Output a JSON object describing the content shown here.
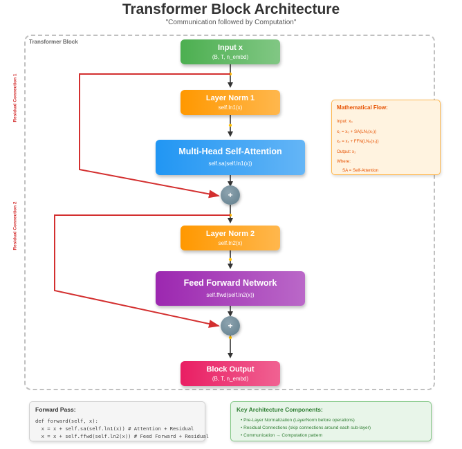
{
  "title": "Transformer Block Architecture",
  "subtitle": "\"Communication followed by Computation\"",
  "block_label": "Transformer Block",
  "nodes": {
    "input": {
      "title": "Input x",
      "sub": "(B, T, n_embd)"
    },
    "ln1": {
      "title": "Layer Norm 1",
      "sub": "self.ln1(x)"
    },
    "attn": {
      "title": "Multi-Head Self-Attention",
      "sub": "self.sa(self.ln1(x))"
    },
    "ln2": {
      "title": "Layer Norm 2",
      "sub": "self.ln2(x)"
    },
    "ffn": {
      "title": "Feed Forward Network",
      "sub": "self.ffwd(self.ln2(x))"
    },
    "output": {
      "title": "Block Output",
      "sub": "(B, T, n_embd)"
    }
  },
  "add_symbol": "+",
  "residual_labels": [
    "Residual Connection 1",
    "Residual Connection 2"
  ],
  "math_flow": {
    "heading": "Mathematical Flow:",
    "lines": [
      "Input: x₀",
      "x₁ = x₀ + SA(LN₁(x₀))",
      "x₂ = x₁ + FFN(LN₂(x₁))",
      "Output: x₂",
      "Where:"
    ],
    "where": "SA = Self-Attention"
  },
  "forward_pass": {
    "heading": "Forward Pass:",
    "code": [
      "def forward(self, x):",
      "  x = x + self.sa(self.ln1(x)) # Attention + Residual",
      "  x = x + self.ffwd(self.ln2(x)) # Feed Forward + Residual"
    ]
  },
  "key_components": {
    "heading": "Key Architecture Components:",
    "items": [
      "• Pre-Layer Normalization (LayerNorm before operations)",
      "• Residual Connections (skip connections around each sub-layer)",
      "• Communication → Computation pattern"
    ]
  },
  "colors": {
    "input": "#4caf50",
    "layernorm": "#ff9800",
    "attention": "#2196f3",
    "ffn": "#9c27b0",
    "output": "#e91e63",
    "add": "#607d8b",
    "residual": "#d32f2f",
    "arrow": "#333333",
    "dot": "#ffc107"
  }
}
